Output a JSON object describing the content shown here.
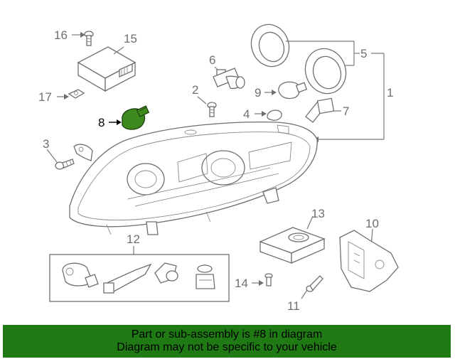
{
  "diagram": {
    "callouts": {
      "c1": "1",
      "c2": "2",
      "c3": "3",
      "c4": "4",
      "c5": "5",
      "c6": "6",
      "c7": "7",
      "c8": "8",
      "c9": "9",
      "c10": "10",
      "c11": "11",
      "c12": "12",
      "c13": "13",
      "c14": "14",
      "c15": "15",
      "c16": "16",
      "c17": "17"
    },
    "highlight_part": "8",
    "highlight_color": "#3e8a1e"
  },
  "banner": {
    "line1": "Part or sub-assembly is #8 in diagram",
    "line2": "Diagram may not be specific to your vehicle",
    "background": "#1f7a14"
  }
}
